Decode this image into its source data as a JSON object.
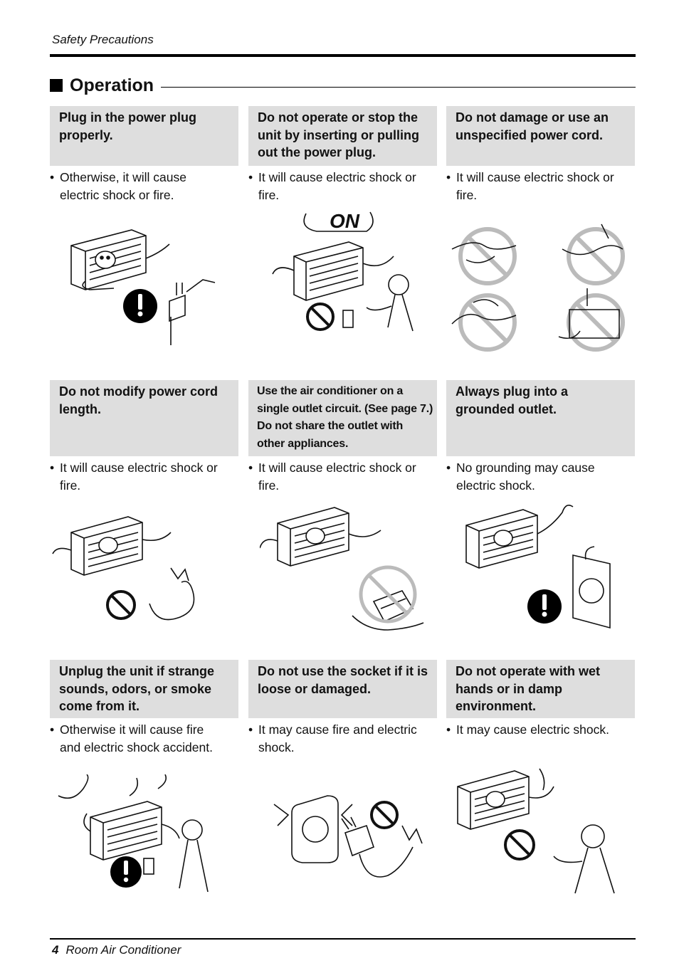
{
  "header": {
    "section_label": "Safety Precautions"
  },
  "section": {
    "title": "Operation"
  },
  "cards": [
    {
      "title_lines": [
        "Plug in the power plug",
        "properly."
      ],
      "bullet_lines": [
        "Otherwise, it will cause",
        "electric shock or fire."
      ]
    },
    {
      "title_lines": [
        "Do not operate or stop the",
        "unit by inserting or pulling",
        "out the power plug."
      ],
      "bullet_lines": [
        "It will cause electric shock or",
        "fire."
      ],
      "illustration_text": "ON"
    },
    {
      "title_lines": [
        "Do not damage or use an",
        "unspecified power cord."
      ],
      "bullet_lines": [
        "It will cause electric shock or",
        "fire."
      ]
    },
    {
      "title_lines": [
        "Do not modify power cord",
        "length."
      ],
      "bullet_lines": [
        "It will cause electric shock or",
        "fire."
      ]
    },
    {
      "title_lines": [
        "Use the air conditioner on a",
        "single outlet circuit. (See page 7.)",
        "Do not share the outlet with",
        "other appliances."
      ],
      "bullet_lines": [
        "It will cause electric shock or",
        "fire."
      ]
    },
    {
      "title_lines": [
        "Always plug into a",
        "grounded outlet."
      ],
      "bullet_lines": [
        "No grounding may cause",
        "electric shock."
      ]
    },
    {
      "title_lines": [
        "Unplug the unit if strange",
        "sounds, odors, or smoke",
        "come from it."
      ],
      "bullet_lines": [
        "Otherwise it will cause fire",
        "and electric shock accident."
      ]
    },
    {
      "title_lines": [
        "Do not use the socket if it is",
        "loose or damaged."
      ],
      "bullet_lines": [
        "It may cause fire and electric",
        "shock."
      ]
    },
    {
      "title_lines": [
        "Do not operate with wet",
        "hands or in damp",
        "environment."
      ],
      "bullet_lines": [
        "It may cause electric shock."
      ]
    }
  ],
  "footer": {
    "page_number": "4",
    "title": "Room Air Conditioner"
  },
  "colors": {
    "card_bg": "#dedede",
    "ink": "#111111"
  },
  "icons": [
    "mandatory-exclamation-icon",
    "prohibition-icon",
    "air-conditioner-illustration",
    "power-plug-illustration",
    "woman-illustration"
  ]
}
